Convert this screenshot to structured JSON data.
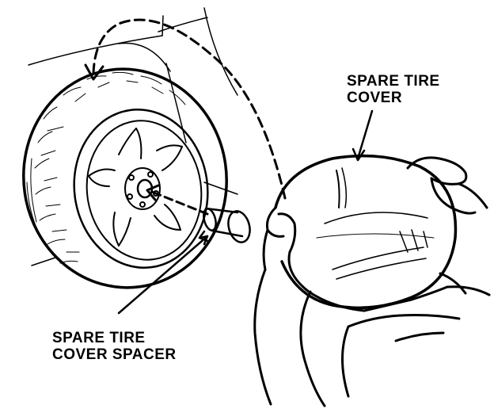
{
  "labels": {
    "spare_tire_cover": {
      "line1": "SPARE TIRE",
      "line2": "COVER"
    },
    "spare_tire_cover_spacer": {
      "line1": "SPARE TIRE",
      "line2": "COVER SPACER"
    }
  },
  "colors": {
    "ink": "#000000",
    "paper": "#ffffff"
  },
  "icons": [
    "curved-dashed-arrow-icon",
    "dashed-arrow-icon",
    "leader-arrow-icon"
  ]
}
